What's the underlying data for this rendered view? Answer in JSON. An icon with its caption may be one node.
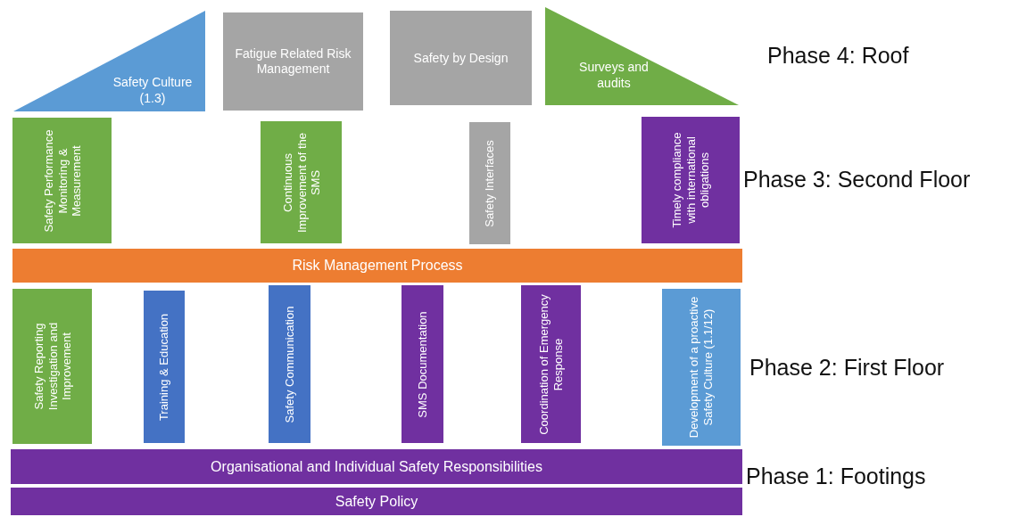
{
  "diagram": {
    "nodes": [
      {
        "text": [
          "Safety Culture (1.3)"
        ]
      },
      {
        "text": [
          "Fatigue Related Risk Management"
        ]
      },
      {
        "text": [
          "Safety by Design"
        ]
      },
      {
        "text": [
          "Surveys and audits"
        ]
      },
      {
        "text": [
          "Safety Performance Monitoring & Measurement"
        ]
      },
      {
        "text": [
          "Continuous Improvement of the SMS"
        ]
      },
      {
        "text": [
          "Safety Interfaces"
        ]
      },
      {
        "text": [
          "Timely compliance with international obligations"
        ]
      },
      {
        "text": [
          "Risk Management Process"
        ]
      },
      {
        "text": [
          "Safety Reporting Investigation and Improvement"
        ]
      },
      {
        "text": [
          "Training & Education"
        ]
      },
      {
        "text": [
          "Safety Communication"
        ]
      },
      {
        "text": [
          "SMS Documentation"
        ]
      },
      {
        "text": [
          "Coordination of Emergency Response"
        ]
      },
      {
        "text": [
          "Development of a proactive Safety Culture (1.1/12)"
        ]
      },
      {
        "text": [
          "Organisational and Individual Safety Responsibilities"
        ]
      },
      {
        "text": [
          "Safety Policy"
        ]
      }
    ],
    "labels": [
      "Phase 4: Roof",
      "Phase 3: Second Floor",
      "Phase 2: First Floor",
      "Phase 1: Footings"
    ]
  }
}
